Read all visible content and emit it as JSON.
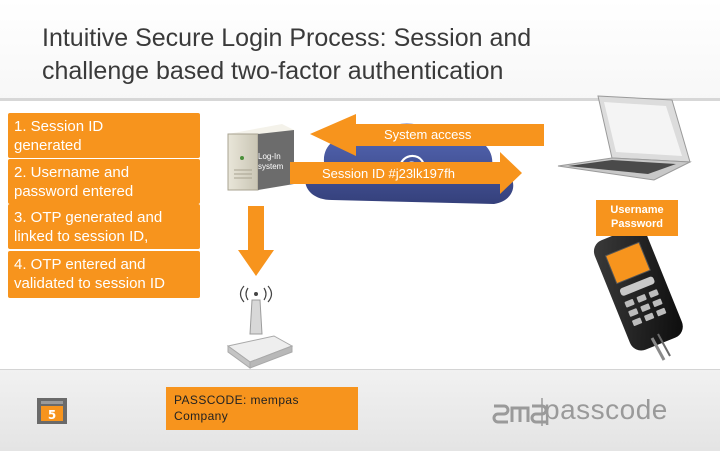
{
  "slide": {
    "title_line1": "Intuitive Secure Login Process: Session and",
    "title_line2": "challenge based two-factor authentication"
  },
  "steps": [
    {
      "line1": "1. Session ID",
      "line2": "generated"
    },
    {
      "line1": "2. Username and",
      "line2": "password entered"
    },
    {
      "line1": "3. OTP generated and",
      "line2": "linked to session ID,"
    },
    {
      "line1": "4. OTP entered and",
      "line2": "validated to session ID"
    }
  ],
  "arrows": {
    "system_access": "System access",
    "session_id": "Session ID #j23lk197fh"
  },
  "server": {
    "line1": "Log-In",
    "line2": "system"
  },
  "credentials": {
    "line1": "Username",
    "line2": "Password"
  },
  "passcode": {
    "line1": "PASSCODE: mempas",
    "line2": "Company"
  },
  "brand": {
    "name": "passcode"
  },
  "colors": {
    "accent": "#f7941d",
    "cloud": "#3d4f9e",
    "text": "#3a3a3a"
  },
  "icons": [
    "server-icon",
    "cloud-icon",
    "at-sign-icon",
    "laptop-icon",
    "phone-icon",
    "token-icon",
    "signal-icon",
    "logo-icon"
  ]
}
